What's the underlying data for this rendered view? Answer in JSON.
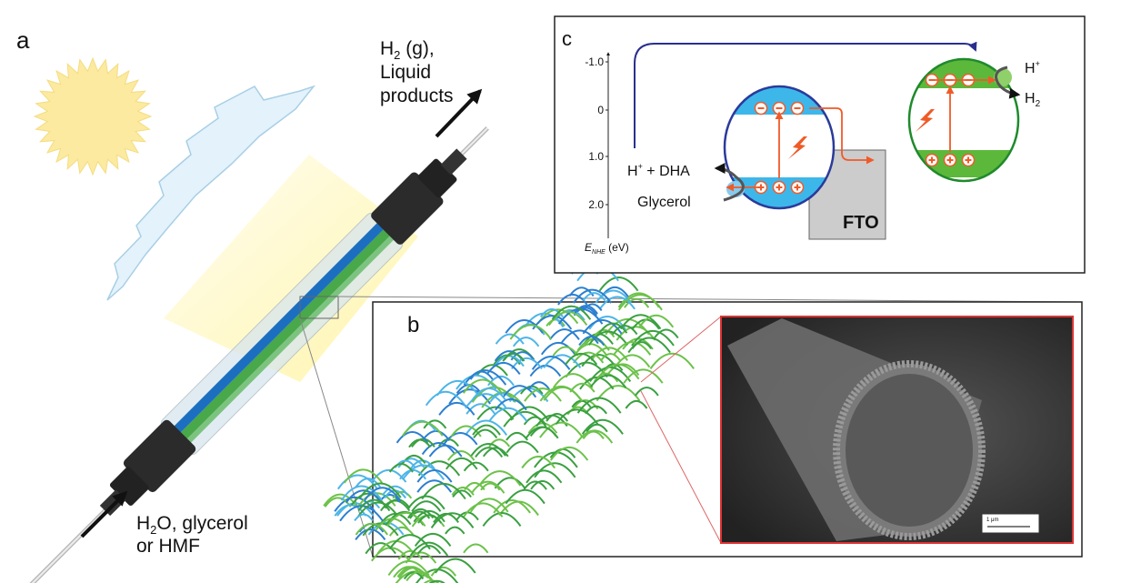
{
  "panel_a": {
    "label": "a",
    "outlet_line1": "H",
    "outlet_sub": "2",
    "outlet_line1_rest": " (g),",
    "outlet_line2": "Liquid",
    "outlet_line3": "products",
    "inlet_pre": "H",
    "inlet_sub": "2",
    "inlet_rest": "O, glycerol",
    "inlet_line2": "or HMF"
  },
  "panel_b": {
    "label": "b",
    "scale_bar": "1 μm"
  },
  "panel_c": {
    "label": "c",
    "axis_ticks": [
      "-1.0",
      "0",
      "1.0",
      "2.0"
    ],
    "axis_label_E": "E",
    "axis_label_sub": "NHE",
    "axis_label_unit": " (eV)",
    "left_product": "H",
    "left_product_sup": "+",
    "left_product_rest": " + DHA",
    "left_reactant": "Glycerol",
    "right_reactant": "H",
    "right_reactant_sup": "+",
    "right_product": "H",
    "right_product_sub": "2",
    "substrate": "FTO"
  },
  "colors": {
    "blue_band": "#3db7ea",
    "green_band": "#5cb83a",
    "blue_outline": "#2a3b9a",
    "green_outline": "#1f8a2c",
    "arrow_orange": "#f05a28",
    "sun": "#fbeaa0"
  }
}
